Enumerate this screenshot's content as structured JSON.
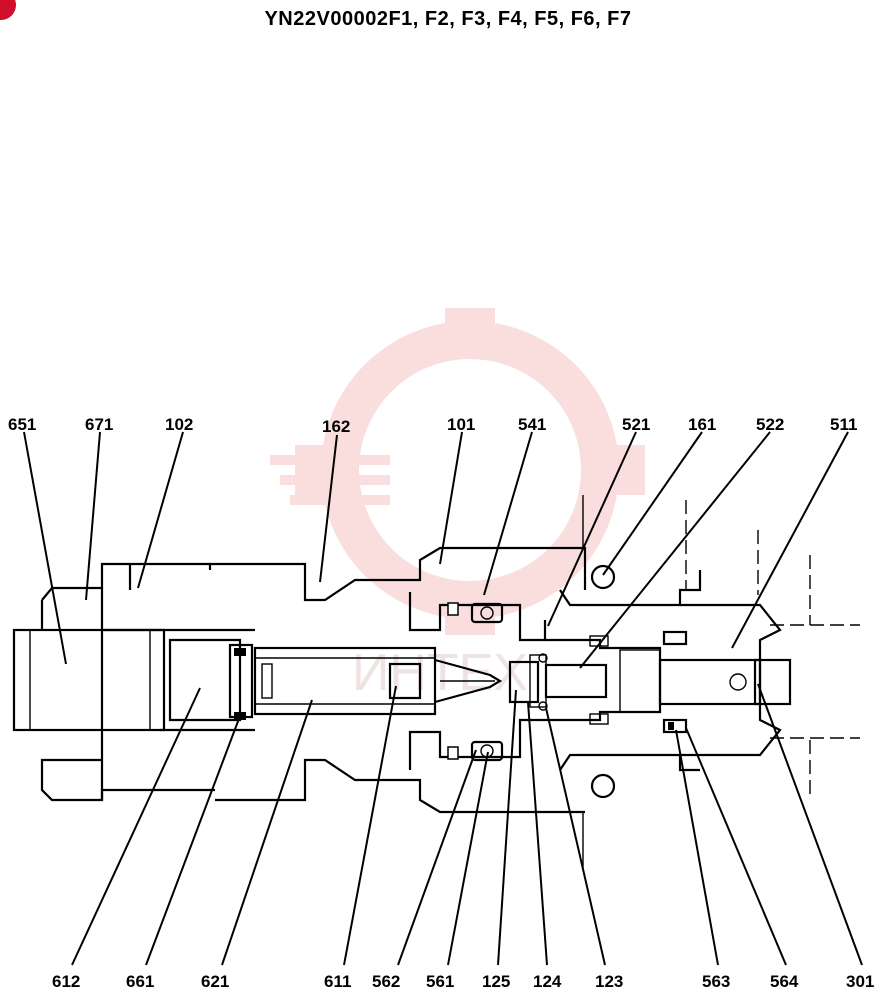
{
  "title": "YN22V00002F1, F2, F3, F4, F5, F6, F7",
  "watermark": {
    "text": "ИНТЕХ",
    "color": "#f08080"
  },
  "labels_top": [
    "651",
    "671",
    "102",
    "162",
    "101",
    "541",
    "521",
    "161",
    "522",
    "511"
  ],
  "labels_bottom": [
    "612",
    "661",
    "621",
    "611",
    "562",
    "561",
    "125",
    "124",
    "123",
    "563",
    "564",
    "301"
  ],
  "colors": {
    "line": "#000000",
    "accent": "#d0102a",
    "watermark": "#f2a0a0"
  }
}
